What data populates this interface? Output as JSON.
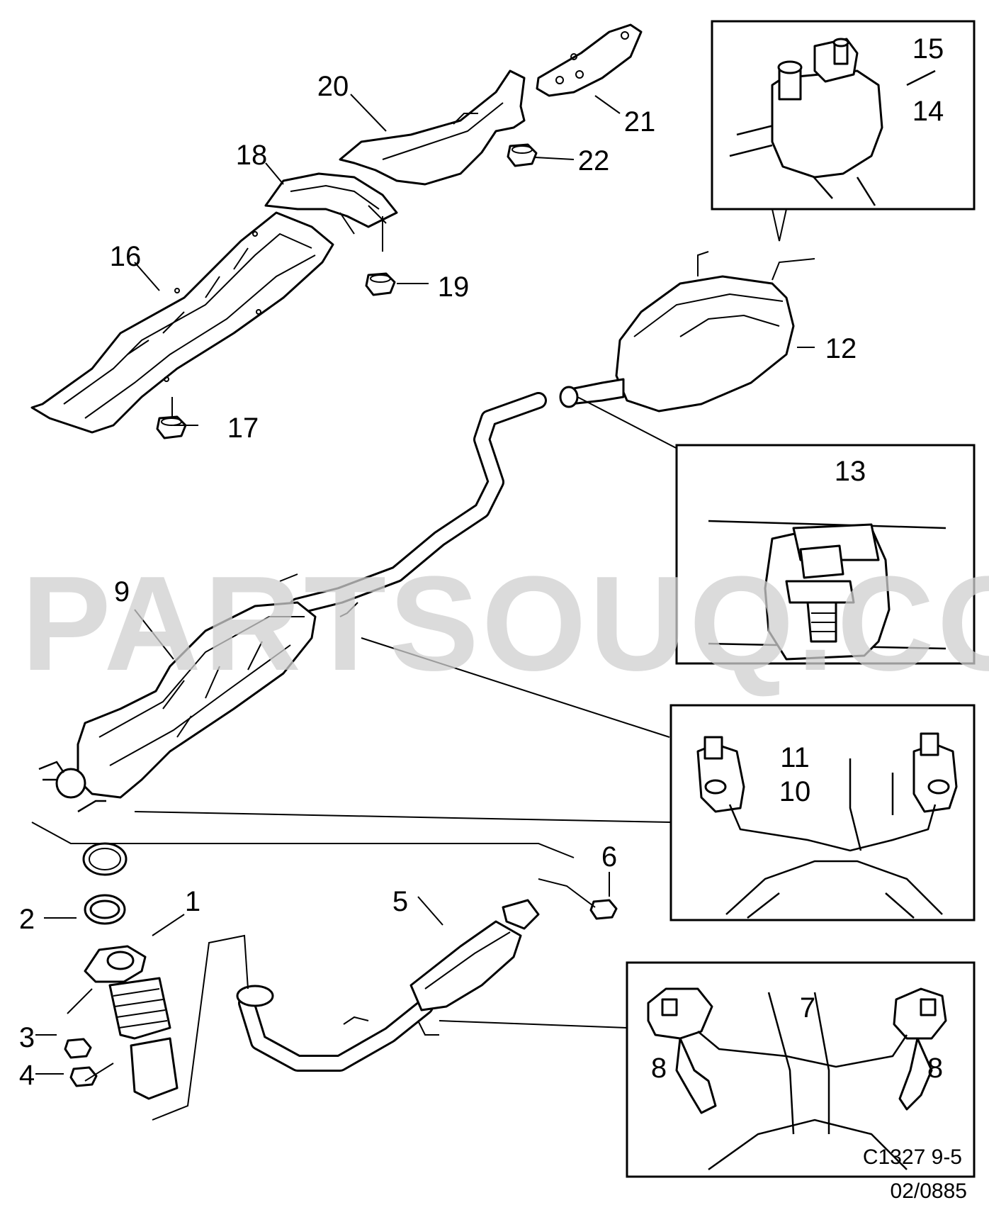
{
  "diagram": {
    "watermark": "PARTSOUQ.COM",
    "part_labels": [
      "1",
      "2",
      "3",
      "4",
      "5",
      "6",
      "7",
      "8",
      "8",
      "9",
      "10",
      "11",
      "12",
      "13",
      "14",
      "15",
      "16",
      "17",
      "18",
      "19",
      "20",
      "21",
      "22"
    ],
    "code": "C1327 9-5",
    "date_code": "02/0885"
  }
}
